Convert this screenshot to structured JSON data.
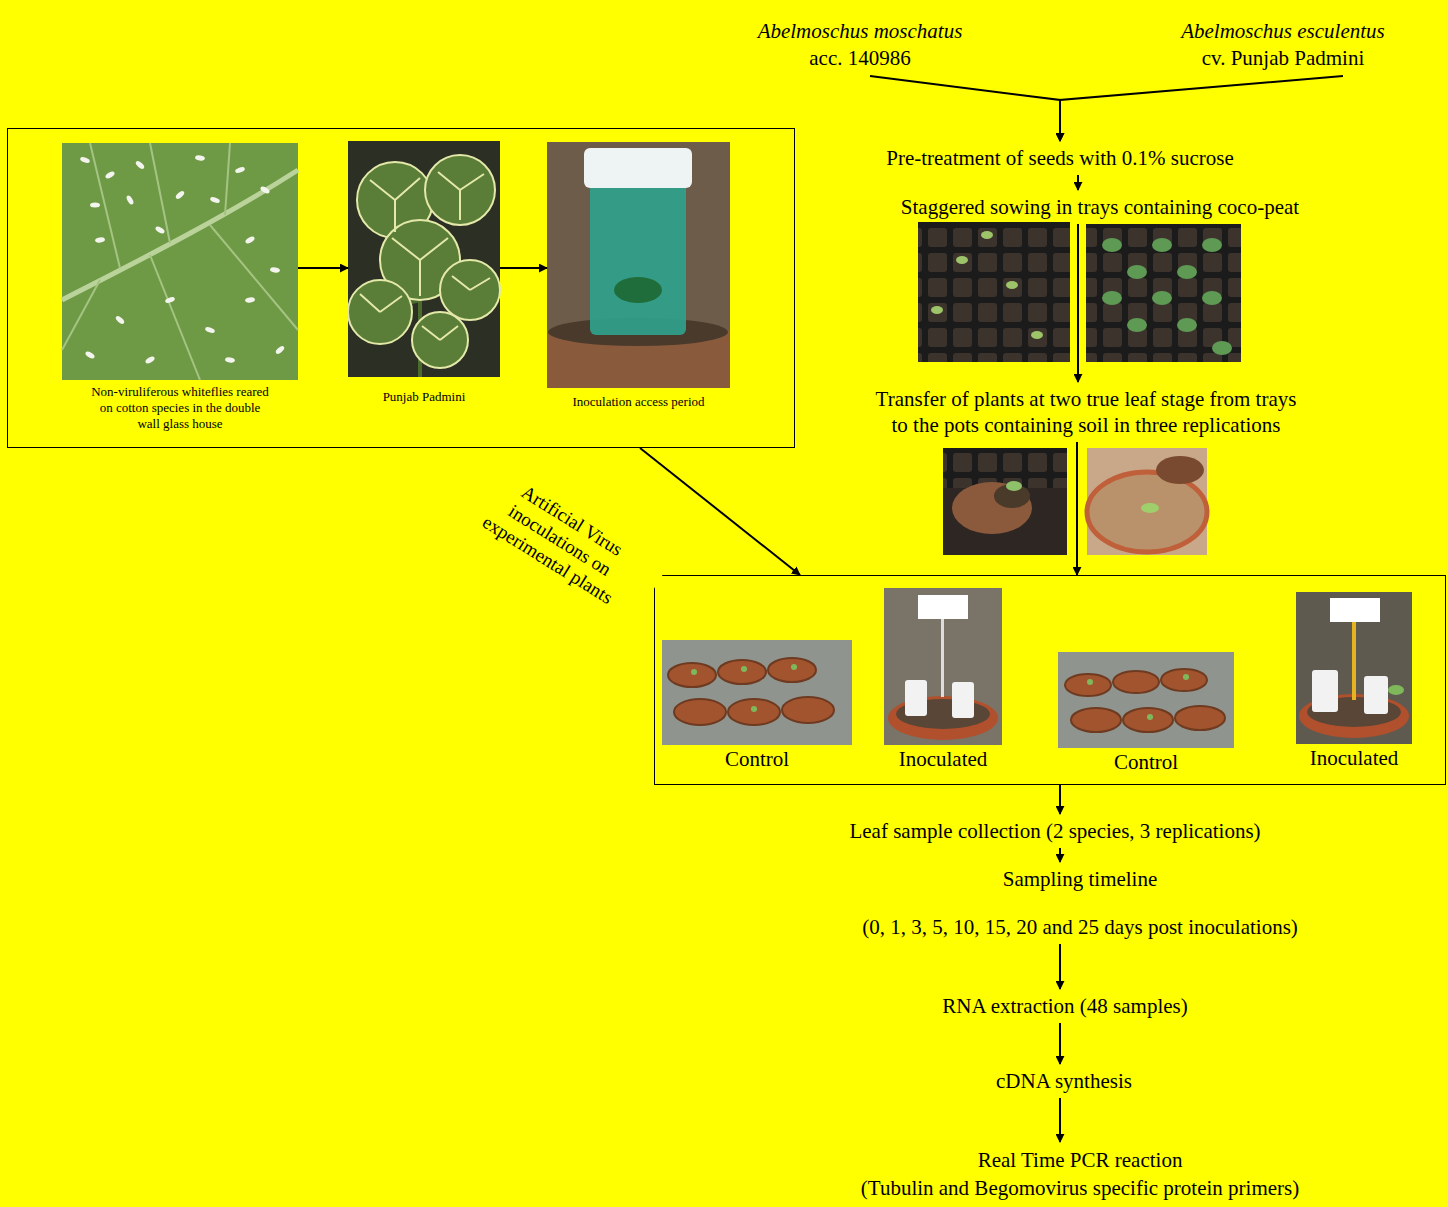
{
  "diagram": {
    "nodes": [
      {
        "text": [
          "Abelmoschus moschatus",
          "acc. 140986"
        ]
      },
      {
        "text": [
          "Abelmoschus esculentus",
          "cv. Punjab Padmini"
        ]
      },
      {
        "text": []
      },
      {
        "text": [
          "Non-viruliferous whiteflies reared on cotton species in the double wall glass house"
        ],
        "in": 2
      },
      {
        "text": [
          "Punjab Padmini"
        ],
        "in": 2
      },
      {
        "text": [
          "Inoculation access period"
        ],
        "in": 2
      },
      {
        "text": [
          "Pre-treatment of seeds with 0.1% sucrose"
        ]
      },
      {
        "text": [
          "Staggered sowing in trays containing coco-peat"
        ]
      },
      {
        "text": [
          "Transfer of plants at two true leaf stage from trays to the pots containing soil in three replications"
        ]
      },
      {
        "text": []
      },
      {
        "text": [
          "Control"
        ],
        "in": 9
      },
      {
        "text": [
          "Inoculated"
        ],
        "in": 9
      },
      {
        "text": [
          "Control"
        ],
        "in": 9
      },
      {
        "text": [
          "Inoculated"
        ],
        "in": 9
      },
      {
        "text": [
          "Leaf sample collection (2 species, 3 replications)"
        ]
      },
      {
        "text": [
          "Sampling timeline",
          "(0, 1, 3, 5, 10, 15, 20 and 25 days post inoculations)"
        ]
      },
      {
        "text": [
          "RNA extraction (48 samples)"
        ]
      },
      {
        "text": [
          "cDNA synthesis"
        ]
      },
      {
        "text": [
          "Real Time PCR reaction",
          "(Tubulin and Begomovirus specific protein primers)"
        ]
      }
    ],
    "edges": [
      {
        "from": 0,
        "to": 6,
        "arrow": "to"
      },
      {
        "from": 1,
        "to": 6,
        "arrow": "to"
      },
      {
        "from": 3,
        "to": 4,
        "arrow": "to"
      },
      {
        "from": 4,
        "to": 5,
        "arrow": "to"
      },
      {
        "from": 2,
        "to": 9,
        "label": "Artificial Virus inoculations on experimental plants",
        "arrow": "to"
      },
      {
        "from": 6,
        "to": 7,
        "arrow": "to"
      },
      {
        "from": 7,
        "to": 8,
        "arrow": "to"
      },
      {
        "from": 8,
        "to": 9,
        "arrow": "to"
      },
      {
        "from": 9,
        "to": 14,
        "arrow": "to"
      },
      {
        "from": 14,
        "to": 15,
        "arrow": "to"
      },
      {
        "from": 15,
        "to": 16,
        "arrow": "to"
      },
      {
        "from": 16,
        "to": 17,
        "arrow": "to"
      },
      {
        "from": 17,
        "to": 18,
        "arrow": "to"
      }
    ]
  }
}
